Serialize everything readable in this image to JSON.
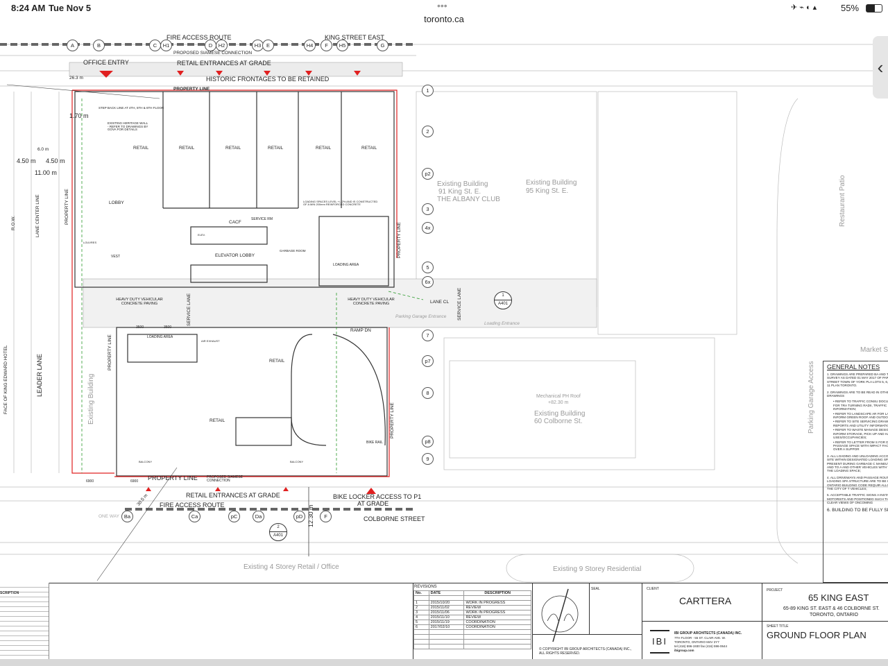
{
  "status_bar": {
    "time": "8:24 AM",
    "date": "Tue Nov 5",
    "battery": "55%",
    "dots": "•••"
  },
  "browser": {
    "url": "toronto.ca",
    "side_tab_icon": "‹"
  },
  "plan": {
    "top": {
      "fire_access_route": "FIRE ACCESS ROUTE",
      "street": "KING STREET EAST",
      "office_entry": "OFFICE ENTRY",
      "retail_entrances": "RETAIL ENTRANCES AT GRADE",
      "historic": "HISTORIC FRONTAGES TO BE RETAINED",
      "property_line": "PROPERTY LINE",
      "siamese": "PROPOSED SIAMESE CONNECTION",
      "stepback": "STEP BACK LINE AT 4TH, 5TH & 6TH FLOOR",
      "heritage": "EXISTING HERITAGE WALL - REFER TO DRAWINGS BY GOVA FOR DETAILS"
    },
    "grid_top": [
      "A",
      "B",
      "C",
      "H1",
      "D",
      "H2",
      "H3",
      "E",
      "H4",
      "F",
      "H5",
      "G"
    ],
    "grid_right": [
      "1",
      "2",
      "p2",
      "3",
      "4x",
      "5",
      "6x",
      "7",
      "p7",
      "8",
      "p8",
      "9"
    ],
    "rooms": {
      "retail": "RETAIL",
      "lobby": "LOBBY",
      "cacf": "CACF",
      "service_rm": "SERVICE RM",
      "elevator_lobby": "ELEVATOR LOBBY",
      "garbage_room": "GARBAGE ROOM",
      "loading_area": "LOADING AREA",
      "paving": "HEAVY DUTY VEHICULAR CONCRETE PAVING",
      "service_lane": "SERVICE LANE",
      "lane_cl": "LANE CL",
      "ramp_dn": "RAMP DN",
      "bike_rail": "BIKE RAIL",
      "vest": "VEST",
      "louvres": "LOUVRES",
      "air_exhaust": "AIR EXHAUST",
      "balcony": "BALCONY",
      "loading_spaces": "LOADING SPACES LEVEL +/- 2% AND IS CONSTRUCTED OF A MIN 200mm REINFORCED CONCRETE",
      "elev": "ELEV."
    },
    "dimensions": {
      "d1": "4.50 m",
      "d2": "4.50 m",
      "d3": "11.00 m",
      "d4": "6.0 m",
      "d5": "1.70 m",
      "d6": "12.30 m",
      "d7": "30.5 m",
      "d8": "6900",
      "d9": "6900",
      "d10": "3500",
      "d11": "3500",
      "d12": "26.3 m"
    },
    "context": {
      "albany": [
        "Existing Building",
        "91 King St. E.",
        "THE ALBANY CLUB"
      ],
      "king95": [
        "Existing Building",
        "95 King St. E."
      ],
      "colborne60": [
        "Existing Building",
        "60 Colborne St."
      ],
      "mech_roof": [
        "Mechanical PH Roof",
        "+82.30 m"
      ],
      "retail_office": "Existing 4 Storey Retail / Office",
      "residential": "Existing 9 Storey Residential",
      "restaurant_patio": "Restaurant Patio",
      "market": "Market S",
      "parking": "Parking Garage Access",
      "existing_building_left": "Existing Building",
      "leader_lane": "LEADER LANE",
      "king_edward": "FACE OF KING EDWARD HOTEL",
      "lane_center": "LANE CENTER LINE",
      "row": "R.O.W.",
      "loading_entrance": "Loading Entrance",
      "parking_garage_entrance": "Parking Garage Entrance"
    },
    "bottom": {
      "retail_entrances": "RETAIL ENTRANCES AT GRADE",
      "fire_access_route": "FIRE ACCESS ROUTE",
      "bike_locker": [
        "BIKE LOCKER ACCESS  TO P1",
        "AT GRADE"
      ],
      "street": "COLBORNE STREET",
      "property_line": "PROPERTY LINE",
      "siamese": "PROPOSED SIAMESE CONNECTION",
      "one_way": "ONE WAY"
    },
    "grid_bottom": [
      "Ba",
      "Ca",
      "pC",
      "Da",
      "pD",
      "F"
    ],
    "sections": [
      {
        "num": "1",
        "sheet": "A401"
      },
      {
        "num": "2",
        "sheet": "A401"
      }
    ],
    "property_line_vertical": "PROPERTY LINE"
  },
  "general_notes": {
    "title": "GENERAL NOTES",
    "items": [
      "1.  DRAWINGS ARE PREPARED BA AND TOPOGRAPHICAL SURVEY AS DATED 01 MAY 2017 OF PART OF L KING STREET TOWN OF YORK PLA LOTS 5, 6, 7, 9, 10, 10, AND 11 PLAN TORONTO.",
      "2.  DRAWINGS ARE TO BE READ IN OTHER CONSULTANTS' DRAWINGS",
      "•  REFER TO TRAFFIC CONSU DOCUMENTATION FOR TRA TURNING RADII, TRAFFIC R ACCESS INFORMATION;",
      "•  REFER TO LANDSCAPE AR FOR LANDSCAPING INFORM GREEN ROOF AND OUTDO",
      "•  REFER TO SITE SERVICING DRAWINGS AND REPORTS AND UTILITY INFORMATION",
      "•  REFER TO WASTE MANAGE DESIGN BRIEF FOR INFORM STORAGE, PICK-UP AND HA USES/OCCUPANCIES;",
      "•  REFER TO LETTER FROM S FOR DRIVEWAYS, PASSAGE SPACE WITH IMPACT FACTO LOCATED OVER A SUPPOR",
      "3.  ALL LOADING AND UNLOADING ACCOMMODATED ON SITE WITHIN DESIGNATED LOADING SPACES. O BE PRESENT DURING GARBAGE C MANEUVERING OF BINS AND TO A AND OTHER VEHICLES WITH THE E TO/FROM THE LOADING SPACE;",
      "4.  ALL DRIVEWAYS AND PASSAGE ROUTE AND TO THE LOADING SPA STRUCTURE ARE TO BE CONSTRU ONTARIO BUILDING CODE REQUIR ALLOWANCES FOR THE CITY OF T VEHICLES;",
      "5.  ACCEPTABLE TRAFFIC SIGNS A INSTALLED  TO WARN MOTORISTS AND POSITIONED SUCH THAT MOT WITH CLEAR VIEWS OF ONCOMING",
      "6.  BUILDING TO BE FULLY SPRINK"
    ]
  },
  "title_block": {
    "description_header": "SCRIPTION",
    "revisions": {
      "title": "REVISIONS",
      "columns": [
        "No.",
        "DATE",
        "DESCRIPTION"
      ],
      "rows": [
        [
          "1",
          "2015/10/20",
          "WORK IN PROGRESS"
        ],
        [
          "2",
          "2015/11/02",
          "REVIEW"
        ],
        [
          "3",
          "2015/11/06",
          "WORK IN PROGRESS"
        ],
        [
          "4",
          "2015/11/10",
          "REVIEW"
        ],
        [
          "5",
          "2015/11/19",
          "COORDINATION"
        ],
        [
          "6",
          "2017/02/10",
          "COORDINATION"
        ]
      ]
    },
    "seal": "SEAL",
    "copyright": [
      "© COPYRIGHT IBI GROUP ARCHITECTS (CANADA) INC.,",
      "ALL RIGHTS RESERVED."
    ],
    "client_label": "CLIENT",
    "client": "CARTTERA",
    "architect": {
      "logo": "IBI",
      "name": "IBI GROUP ARCHITECTS (CANADA) INC.",
      "lines": [
        "7TH FLOOR - 55 ST. CLAIR AVE. W.",
        "TORONTO, ONTARIO M4V 2Y7",
        "tel (416) 596-1930  fax (416) 596-0644",
        "ibigroup.com"
      ]
    },
    "project_label": "PROJECT",
    "project": "65 KING EAST",
    "address": [
      "65-89 KING ST. EAST & 46 COLBORNE ST.",
      "TORONTO, ONTARIO"
    ],
    "sheet_title_label": "SHEET TITLE",
    "sheet_title": "GROUND FLOOR PLAN"
  },
  "colors": {
    "property_line": "#e02020",
    "green_line": "#2a9a2a",
    "entry_marker": "#e02020"
  }
}
